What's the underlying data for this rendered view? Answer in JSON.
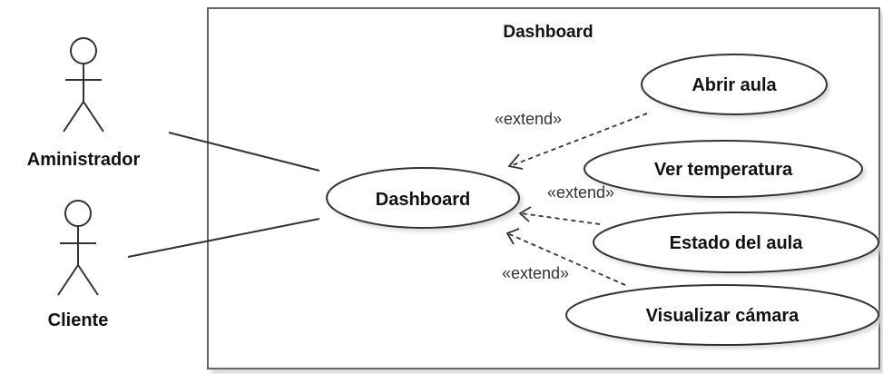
{
  "system": {
    "title": "Dashboard"
  },
  "actors": [
    {
      "name": "Aministrador"
    },
    {
      "name": "Cliente"
    }
  ],
  "use_cases": {
    "main": "Dashboard",
    "abrir_aula": "Abrir aula",
    "ver_temperatura": "Ver temperatura",
    "estado_aula": "Estado del aula",
    "visualizar_camara": "Visualizar cámara"
  },
  "relations": {
    "extend_1": "«extend»",
    "extend_2": "«extend»",
    "extend_3": "«extend»"
  },
  "colors": {
    "line": "#333333",
    "border": "#666666",
    "shadow": "#d8d8d8",
    "fill": "#ffffff",
    "text": "#111111"
  }
}
